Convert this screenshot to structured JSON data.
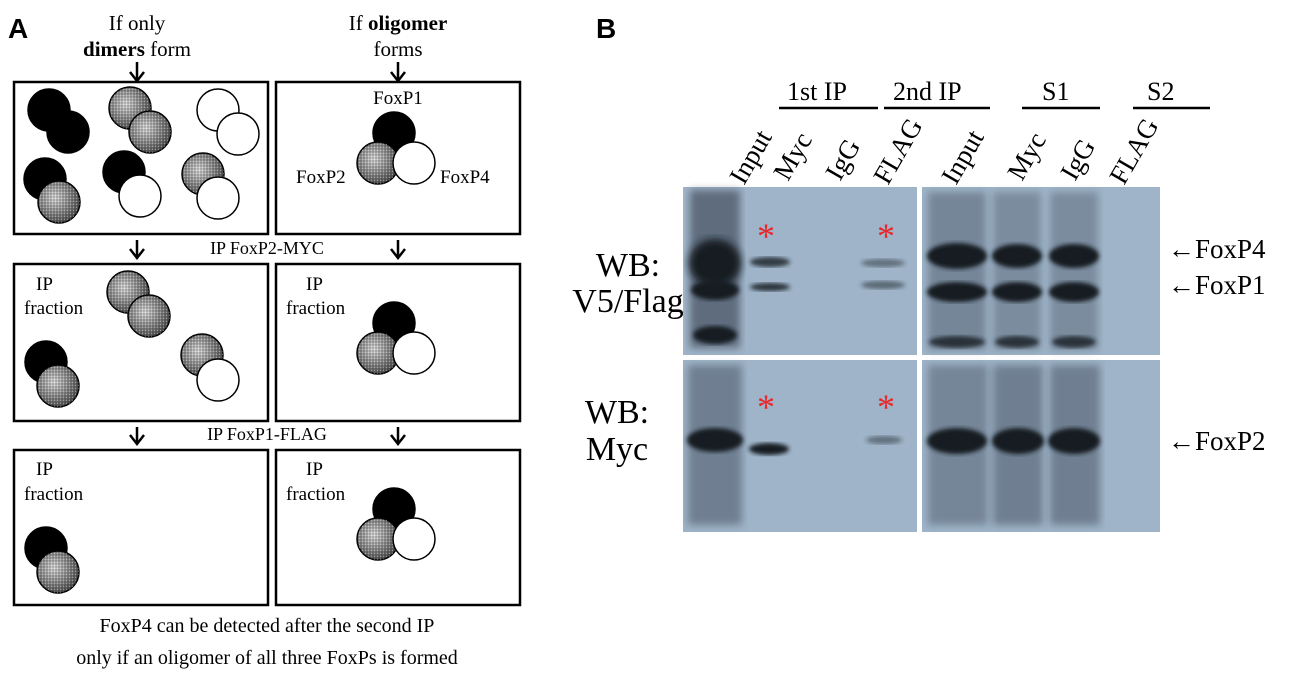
{
  "panel_a": {
    "letter": "A",
    "col1_heading_line1": "If only",
    "col1_heading_bold": "dimers",
    "col1_heading_rest": " form",
    "col2_heading_bold": "oligomer",
    "col2_heading_prefix": "If ",
    "col2_heading_line2": "forms",
    "label_foxp1": "FoxP1",
    "label_foxp2": "FoxP2",
    "label_foxp4": "FoxP4",
    "step1_label": "IP FoxP2-MYC",
    "step2_label": "IP FoxP1-FLAG",
    "ip_line1": "IP",
    "ip_line2": "fraction",
    "caption_line1": "FoxP4 can be detected after the second IP",
    "caption_line2": "only if an oligomer of all three FoxPs is formed"
  },
  "panel_b": {
    "letter": "B",
    "group_headers": [
      "1st IP",
      "2nd IP",
      "S1",
      "S2"
    ],
    "lanes": [
      "Input",
      "Myc",
      "IgG",
      "FLAG",
      "Input",
      "Myc",
      "IgG",
      "FLAG"
    ],
    "wb_top_line1": "WB:",
    "wb_top_line2": "V5/Flag",
    "wb_bottom_line1": "WB:",
    "wb_bottom_line2": "Myc",
    "band_foxp4": "←FoxP4",
    "band_foxp1": "←FoxP1",
    "band_foxp2": "←FoxP2",
    "asterisk": "*"
  },
  "colors": {
    "blot_background": "#9fb4c8",
    "band": "#151a22",
    "asterisk": "#e8262a"
  }
}
